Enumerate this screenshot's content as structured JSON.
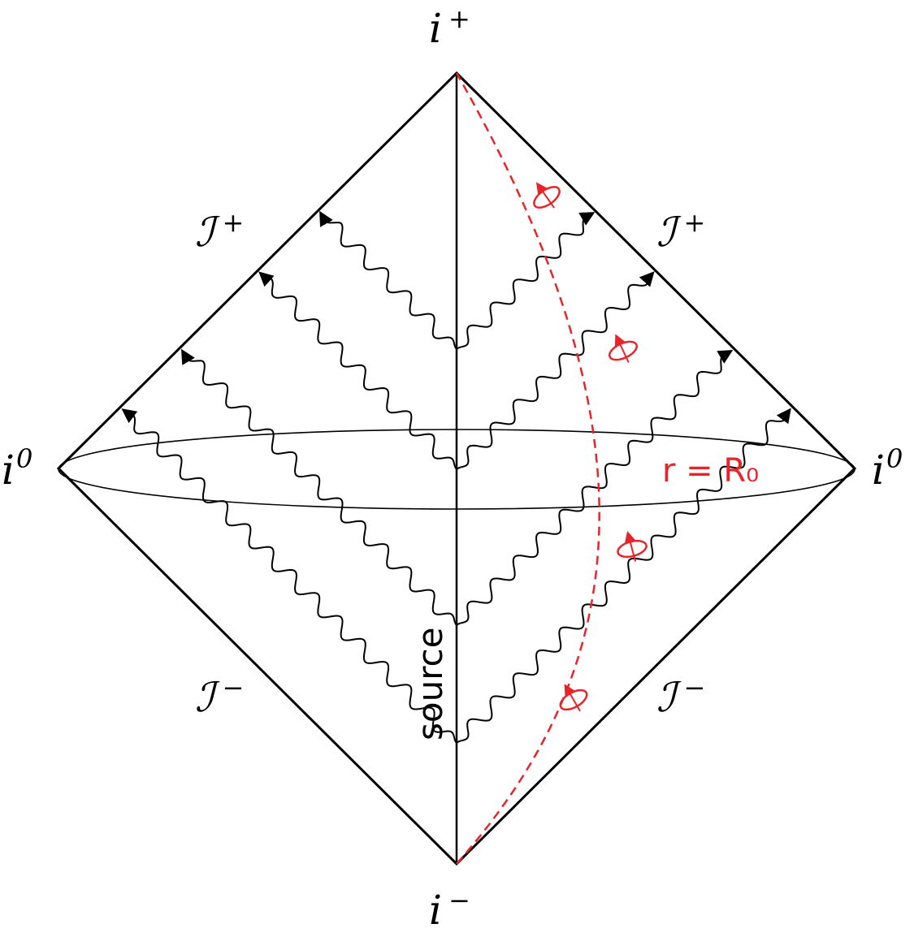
{
  "labels": {
    "i_plus": {
      "base": "i",
      "sup": "+"
    },
    "i_minus": {
      "base": "i",
      "sup": "−"
    },
    "i0_left": {
      "base": "i",
      "sup": "0"
    },
    "i0_right": {
      "base": "i",
      "sup": "0"
    },
    "scri_plus_left": {
      "base": "ℐ",
      "sup": "+"
    },
    "scri_plus_right": {
      "base": "ℐ",
      "sup": "+"
    },
    "scri_minus_left": {
      "base": "ℐ",
      "sup": "−"
    },
    "scri_minus_right": {
      "base": "ℐ",
      "sup": "−"
    },
    "source": "source",
    "radius": "r = R₀"
  },
  "colors": {
    "line": "#000000",
    "observer": "#e8242a"
  }
}
